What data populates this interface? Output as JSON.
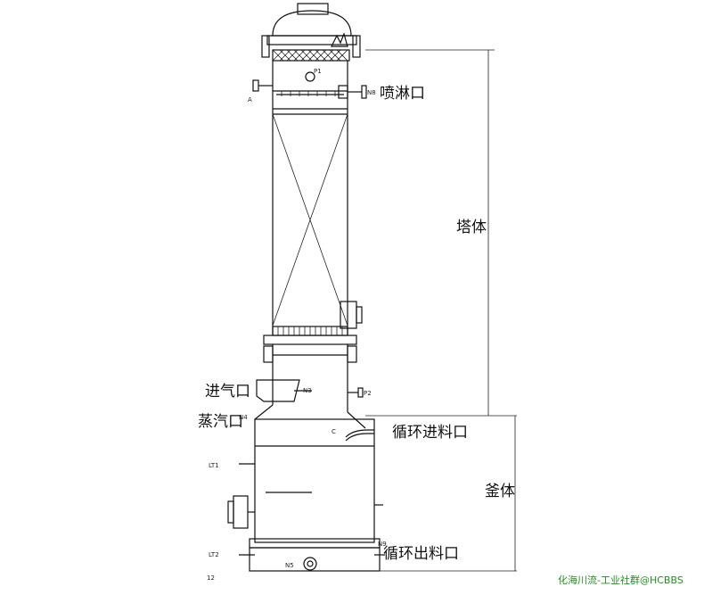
{
  "labels": {
    "spray_inlet": "喷淋口",
    "tower_body": "塔体",
    "gas_inlet": "进气口",
    "steam_inlet": "蒸汽口",
    "circ_feed_inlet": "循环进料口",
    "kettle_body": "釜体",
    "circ_discharge": "循环出料口"
  },
  "small_labels": {
    "n8": "N8",
    "n3": "N3",
    "n5": "N5",
    "p1": "P1",
    "p2": "P2",
    "a": "A",
    "c": "C",
    "lt1": "LT1",
    "lt2": "LT2",
    "n4": "N4",
    "n9": "N9",
    "hint_12": "12"
  },
  "watermark": "化海川流-工业社群@HCBBS",
  "colors": {
    "line": "#111111",
    "watermark": "#2a8a2a"
  }
}
